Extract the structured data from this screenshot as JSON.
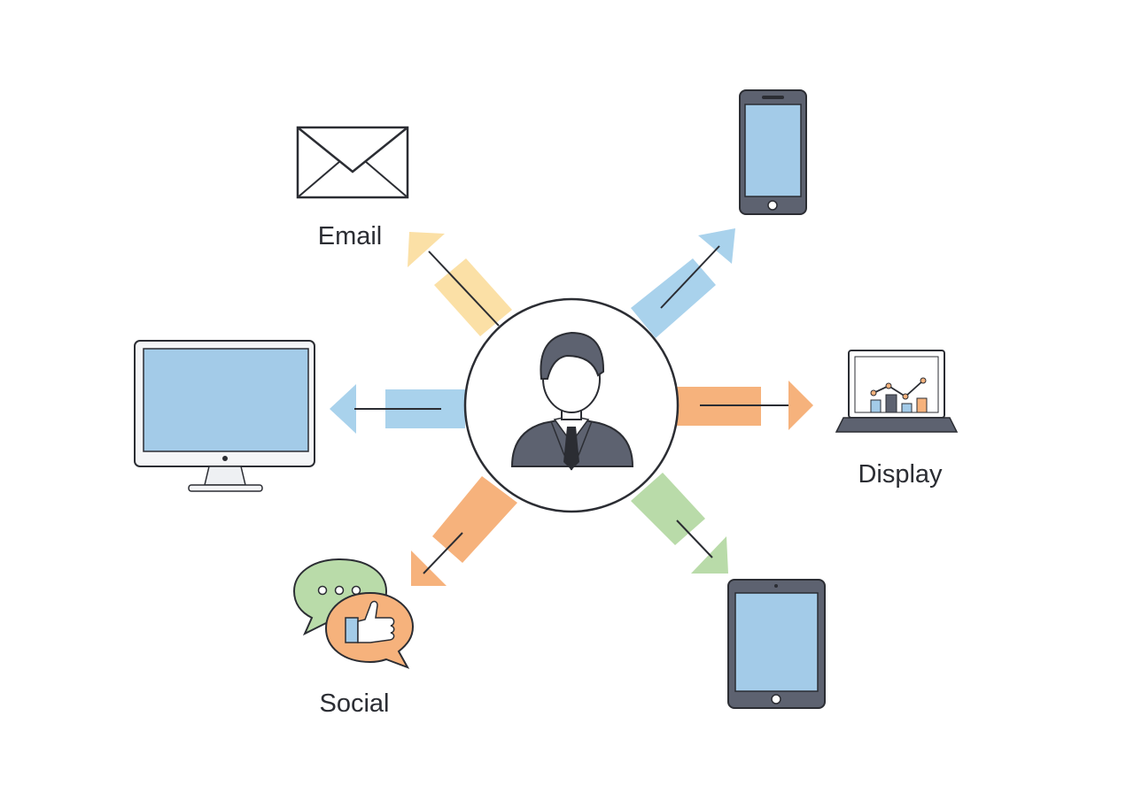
{
  "labels": {
    "email": "Email",
    "display": "Display",
    "social": "Social"
  },
  "colors": {
    "yellow_arrow": "#fbe0a6",
    "blue_arrow": "#a9d2ec",
    "orange_arrow": "#f6b27c",
    "green_arrow": "#b9dba9",
    "screen_blue": "#a3cbe8",
    "device_gray": "#5d6270",
    "person": "#5d6270",
    "outline": "#2b2d33"
  },
  "icons": {
    "center": "businessman-icon",
    "email": "envelope-icon",
    "top_right": "smartphone-icon",
    "left": "desktop-monitor-icon",
    "display": "laptop-chart-icon",
    "social": "chat-thumbs-up-icon",
    "bottom_right": "tablet-icon"
  }
}
